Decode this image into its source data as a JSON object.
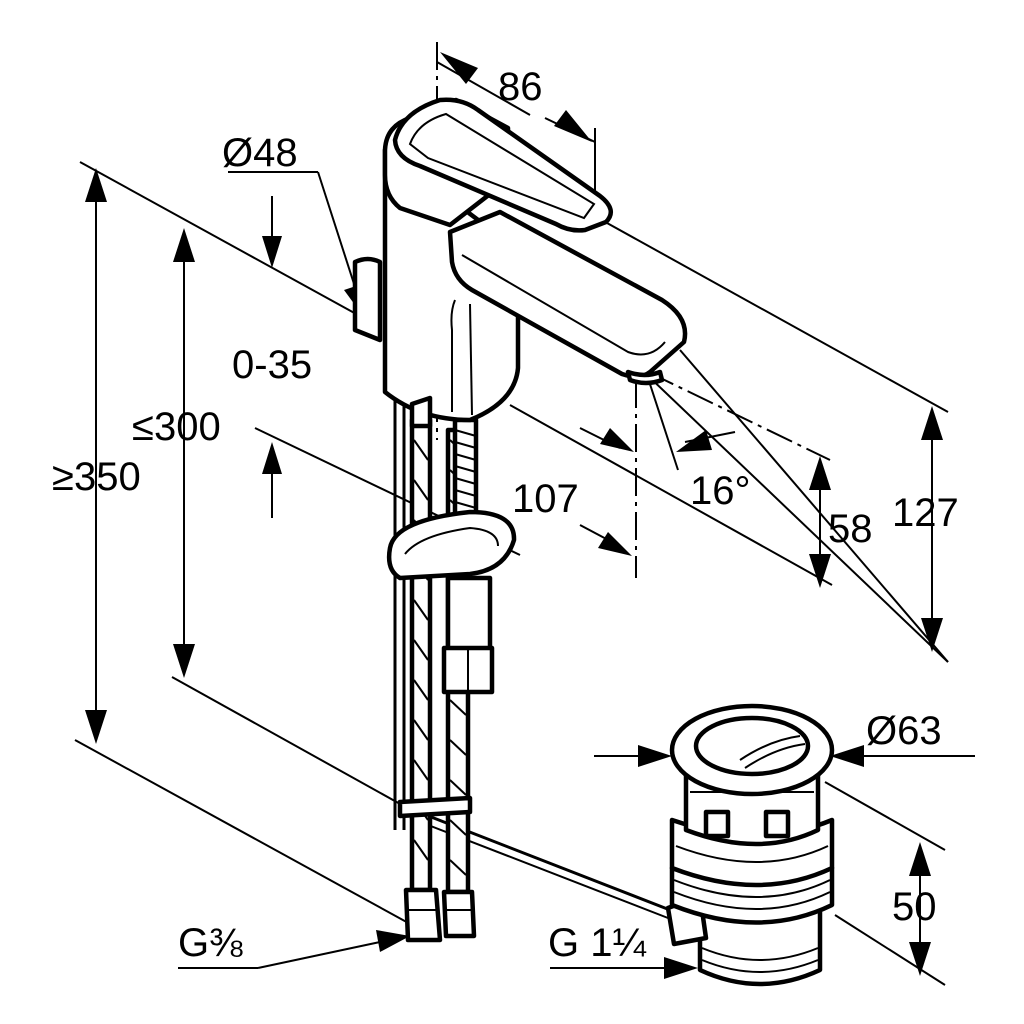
{
  "diagram": {
    "subject": "Single-lever basin mixer with pop-up waste",
    "line_color": "#000000",
    "background": "#ffffff",
    "dimensions": {
      "spout_projection": "86",
      "body_diameter": "Ø48",
      "deck_thickness": "0-35",
      "max_height": "≤300",
      "min_height": "≥350",
      "spout_reach": "107",
      "spout_angle": "16°",
      "spout_outlet_height": "58",
      "total_height": "127",
      "waste_diameter": "Ø63",
      "waste_height": "50",
      "hose_thread": "G⅜",
      "waste_thread": "G 1¼"
    }
  }
}
